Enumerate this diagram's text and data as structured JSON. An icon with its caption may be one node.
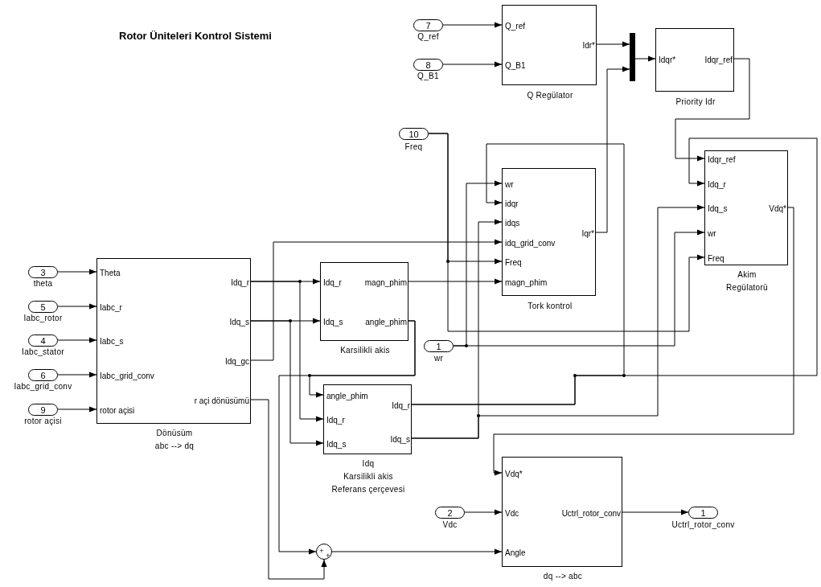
{
  "diagram": {
    "title": "Rotor Üniteleri Kontrol Sistemi",
    "nodes": [
      {
        "text": [
          "Q_ref",
          "Q_B1",
          "Idr*",
          "Q Regülator"
        ]
      },
      {
        "text": [
          "7",
          "Q_ref"
        ]
      },
      {
        "text": [
          "8",
          "Q_B1"
        ]
      },
      {
        "text": [],
        "shape": "bar"
      },
      {
        "text": [
          "Idqr*",
          "Idqr_ref",
          "Priority Idr"
        ]
      },
      {
        "text": [
          "10",
          "Freq"
        ]
      },
      {
        "text": [
          "wr",
          "idqr",
          "idqs",
          "idq_grid_conv",
          "Freq",
          "magn_phim",
          "Iqr*",
          "Tork kontrol"
        ]
      },
      {
        "text": [
          "Idqr_ref",
          "Idq_r",
          "Idq_s",
          "wr",
          "Freq",
          "Vdq*",
          "Akim Regülatorü"
        ]
      },
      {
        "text": [
          "3",
          "theta"
        ]
      },
      {
        "text": [
          "5",
          "Iabc_rotor"
        ]
      },
      {
        "text": [
          "4",
          "Iabc_stator"
        ]
      },
      {
        "text": [
          "6",
          "Iabc_grid_conv"
        ]
      },
      {
        "text": [
          "9",
          "rotor açisi"
        ]
      },
      {
        "text": [
          "Theta",
          "Iabc_r",
          "Iabc_s",
          "Iabc_grid_conv",
          "rotor açisi",
          "Idq_r",
          "Idq_s",
          "Idq_gc",
          "r açi dönüsümü",
          "Dönüsüm abc --> dq"
        ]
      },
      {
        "text": [
          "Idq_r",
          "Idq_s",
          "magn_phim",
          "angle_phim",
          "Karsilikli akis"
        ]
      },
      {
        "text": [
          "1",
          "wr"
        ]
      },
      {
        "text": [
          "angle_phim",
          "Idq_r",
          "Idq_s",
          "Idq_r",
          "Idq_s",
          "Idq Karsilikli akis Referans çerçevesi"
        ]
      },
      {
        "text": [
          "2",
          "Vdc"
        ]
      },
      {
        "text": [
          "Vdq*",
          "Vdc",
          "Angle",
          "Uctrl_rotor_conv",
          "dq --> abc"
        ]
      },
      {
        "text": [
          "1",
          "Uctrl_rotor_conv"
        ]
      },
      {
        "text": [
          "+",
          "+"
        ]
      }
    ],
    "edges": [
      {
        "from": 1,
        "to": 0,
        "arrow": "to"
      },
      {
        "from": 2,
        "to": 0,
        "arrow": "to"
      },
      {
        "from": 0,
        "to": 3,
        "arrow": "to"
      },
      {
        "from": 6,
        "to": 3,
        "arrow": "to"
      },
      {
        "from": 3,
        "to": 4,
        "arrow": "to"
      },
      {
        "from": 4,
        "to": 7,
        "arrow": "to"
      },
      {
        "from": 5,
        "to": 6,
        "arrow": "to"
      },
      {
        "from": 5,
        "to": 7,
        "arrow": "to"
      },
      {
        "from": 15,
        "to": 6,
        "arrow": "to"
      },
      {
        "from": 15,
        "to": 7,
        "arrow": "to"
      },
      {
        "from": 13,
        "to": 14,
        "arrow": "to"
      },
      {
        "from": 13,
        "to": 16,
        "arrow": "to"
      },
      {
        "from": 13,
        "to": 14,
        "arrow": "to"
      },
      {
        "from": 13,
        "to": 16,
        "arrow": "to"
      },
      {
        "from": 13,
        "to": 6,
        "arrow": "to"
      },
      {
        "from": 13,
        "to": 20,
        "arrow": "to"
      },
      {
        "from": 14,
        "to": 6,
        "arrow": "to"
      },
      {
        "from": 14,
        "to": 20,
        "arrow": "to"
      },
      {
        "from": 14,
        "to": 16,
        "arrow": "to"
      },
      {
        "from": 16,
        "to": 6,
        "arrow": "to"
      },
      {
        "from": 16,
        "to": 7,
        "arrow": "to"
      },
      {
        "from": 16,
        "to": 6,
        "arrow": "to"
      },
      {
        "from": 16,
        "to": 7,
        "arrow": "to"
      },
      {
        "from": 7,
        "to": 18,
        "arrow": "to"
      },
      {
        "from": 17,
        "to": 18,
        "arrow": "to"
      },
      {
        "from": 20,
        "to": 18,
        "arrow": "to"
      },
      {
        "from": 18,
        "to": 19,
        "arrow": "to"
      },
      {
        "from": 8,
        "to": 13,
        "arrow": "to"
      },
      {
        "from": 9,
        "to": 13,
        "arrow": "to"
      },
      {
        "from": 10,
        "to": 13,
        "arrow": "to"
      },
      {
        "from": 11,
        "to": 13,
        "arrow": "to"
      },
      {
        "from": 12,
        "to": 13,
        "arrow": "to"
      }
    ]
  }
}
